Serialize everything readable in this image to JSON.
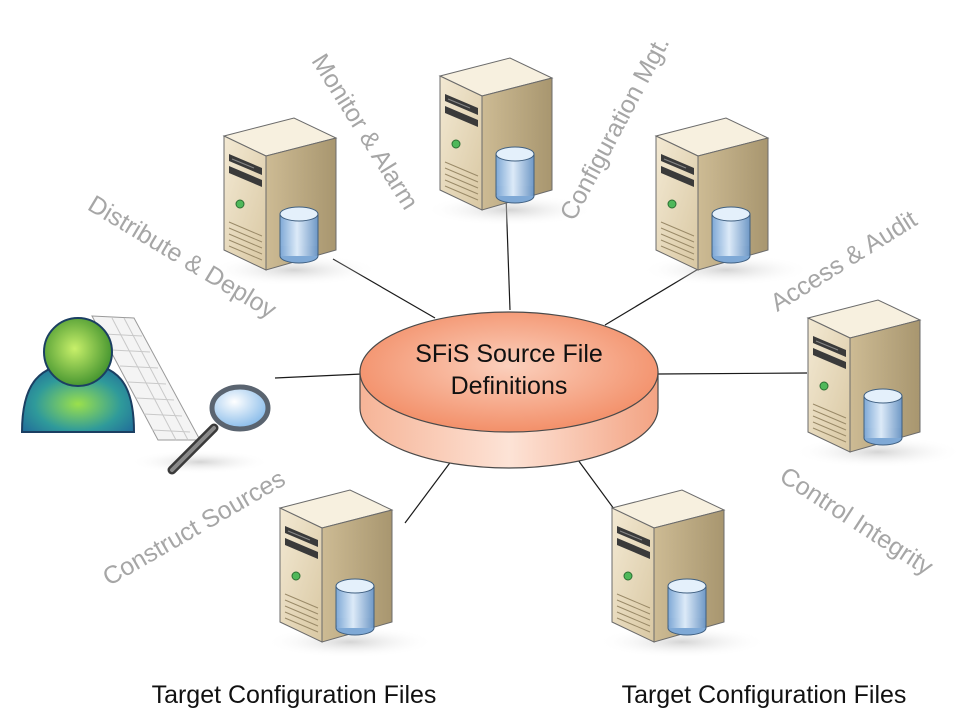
{
  "hub": {
    "line1": "SFiS Source File",
    "line2": "Definitions",
    "fill_top": "#f7a07d",
    "fill_side": "#f9c0a6",
    "stroke": "#4a4a4a"
  },
  "labels": {
    "distribute": "Distribute & Deploy",
    "monitor": "Monitor & Alarm",
    "config_mgmt": "Configuration Mgt.",
    "access": "Access & Audit",
    "control": "Control Integrity",
    "construct": "Construct Sources"
  },
  "targets": {
    "left": "Target Configuration Files",
    "right": "Target Configuration Files"
  },
  "colors": {
    "server_front": "#ecdfc4",
    "server_side": "#cdbb94",
    "server_top": "#f6eedc",
    "db_body": "#b9d5f0",
    "db_top": "#e4f0fb",
    "person_head": "#7cc43a",
    "person_body": "#2a8fbf",
    "label_gray": "#a6a6a6"
  },
  "icons": {
    "server": "server-icon",
    "database": "database-icon",
    "user": "user-icon",
    "keyboard": "keyboard-icon",
    "magnifier": "magnifier-icon"
  }
}
